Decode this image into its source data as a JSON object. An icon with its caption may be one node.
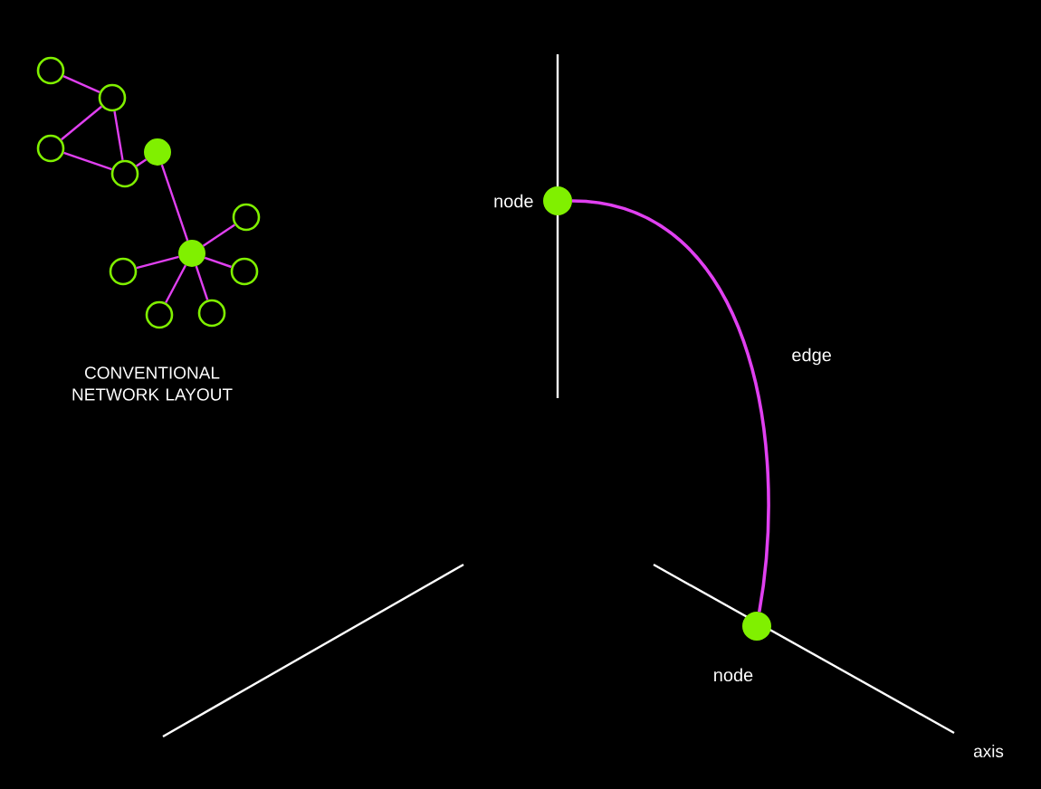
{
  "diagram": {
    "nodes": [
      {
        "text": [],
        "shape": "circle"
      },
      {
        "text": [],
        "shape": "circle"
      },
      {
        "text": [],
        "shape": "circle"
      },
      {
        "text": [],
        "shape": "circle"
      },
      {
        "text": [],
        "shape": "dot"
      },
      {
        "text": [],
        "shape": "dot"
      },
      {
        "text": [],
        "shape": "circle"
      },
      {
        "text": [],
        "shape": "circle"
      },
      {
        "text": [],
        "shape": "circle"
      },
      {
        "text": [],
        "shape": "circle"
      },
      {
        "text": [],
        "shape": "circle"
      },
      {
        "text": [],
        "shape": "dot",
        "beside": [
          "node"
        ]
      },
      {
        "text": [],
        "shape": "dot",
        "beside": [
          "node"
        ]
      }
    ],
    "edges": [
      {
        "from": 0,
        "to": 1,
        "arrow": "none"
      },
      {
        "from": 1,
        "to": 2,
        "arrow": "none"
      },
      {
        "from": 1,
        "to": 3,
        "arrow": "none"
      },
      {
        "from": 2,
        "to": 3,
        "arrow": "none"
      },
      {
        "from": 3,
        "to": 4,
        "arrow": "none"
      },
      {
        "from": 4,
        "to": 5,
        "arrow": "none"
      },
      {
        "from": 5,
        "to": 6,
        "arrow": "none"
      },
      {
        "from": 5,
        "to": 7,
        "arrow": "none"
      },
      {
        "from": 5,
        "to": 8,
        "arrow": "none"
      },
      {
        "from": 5,
        "to": 9,
        "arrow": "none"
      },
      {
        "from": 5,
        "to": 10,
        "arrow": "none"
      },
      {
        "from": 11,
        "to": 12,
        "arrow": "none",
        "label": "edge"
      }
    ],
    "labels": [
      "CONVENTIONAL NETWORK LAYOUT",
      "axis"
    ]
  }
}
